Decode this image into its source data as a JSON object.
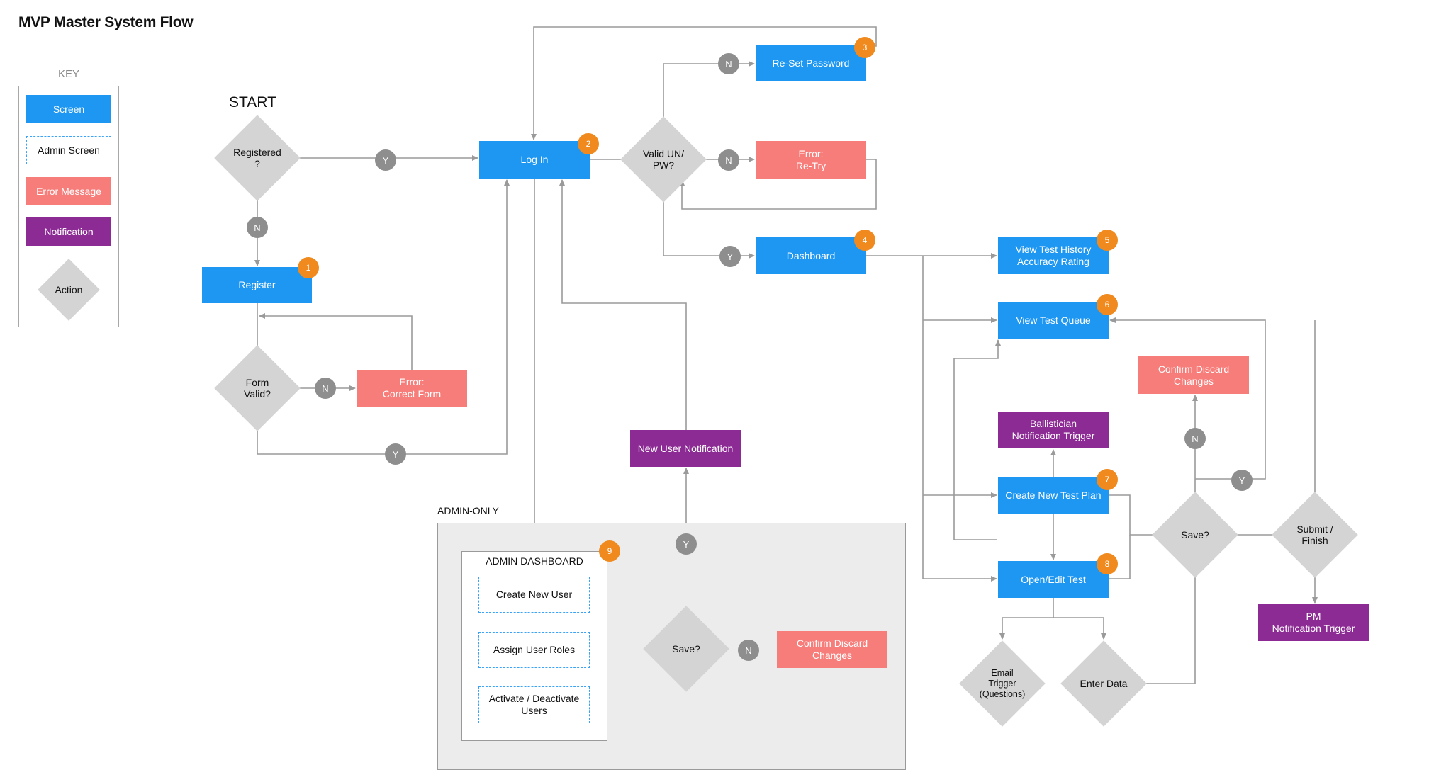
{
  "title": "MVP Master System Flow",
  "start_label": "START",
  "admin_area_label": "ADMIN-ONLY",
  "admin_dashboard_label": "ADMIN DASHBOARD",
  "key": {
    "title": "KEY",
    "screen": "Screen",
    "admin_screen": "Admin Screen",
    "error_message": "Error Message",
    "notification": "Notification",
    "action": "Action"
  },
  "colors": {
    "screen": "#1e97f3",
    "error": "#f77d7a",
    "notification": "#8c2b94",
    "action": "#d4d4d4",
    "connector": "#8e8e8e",
    "badge": "#f08a1e",
    "line": "#9a9a9a"
  },
  "screens": {
    "register": "Register",
    "login": "Log In",
    "reset_password": "Re-Set Password",
    "dashboard": "Dashboard",
    "view_test_history": "View Test History\nAccuracy Rating",
    "view_test_queue": "View Test Queue",
    "create_new_test_plan": "Create New Test Plan",
    "open_edit_test": "Open/Edit Test"
  },
  "errors": {
    "retry": "Error:\nRe-Try",
    "correct_form": "Error:\nCorrect Form",
    "confirm_discard_admin": "Confirm Discard\nChanges",
    "confirm_discard_test": "Confirm Discard\nChanges"
  },
  "notifications": {
    "new_user": "New User Notification",
    "ballistician": "Ballistician\nNotification Trigger",
    "pm": "PM\nNotification Trigger"
  },
  "admin_screens": {
    "create_new_user": "Create New User",
    "assign_user_roles": "Assign User Roles",
    "activate_deactivate": "Activate / Deactivate\nUsers"
  },
  "actions": {
    "registered": "Registered\n?",
    "form_valid": "Form\nValid?",
    "valid_un_pw": "Valid UN/\nPW?",
    "save_admin": "Save?",
    "save_test": "Save?",
    "submit_finish": "Submit /\nFinish",
    "email_trigger": "Email\nTrigger\n(Questions)",
    "enter_data": "Enter Data"
  },
  "connectors": {
    "yes": "Y",
    "no": "N"
  },
  "badges": [
    "1",
    "2",
    "3",
    "4",
    "5",
    "6",
    "7",
    "8",
    "9"
  ]
}
